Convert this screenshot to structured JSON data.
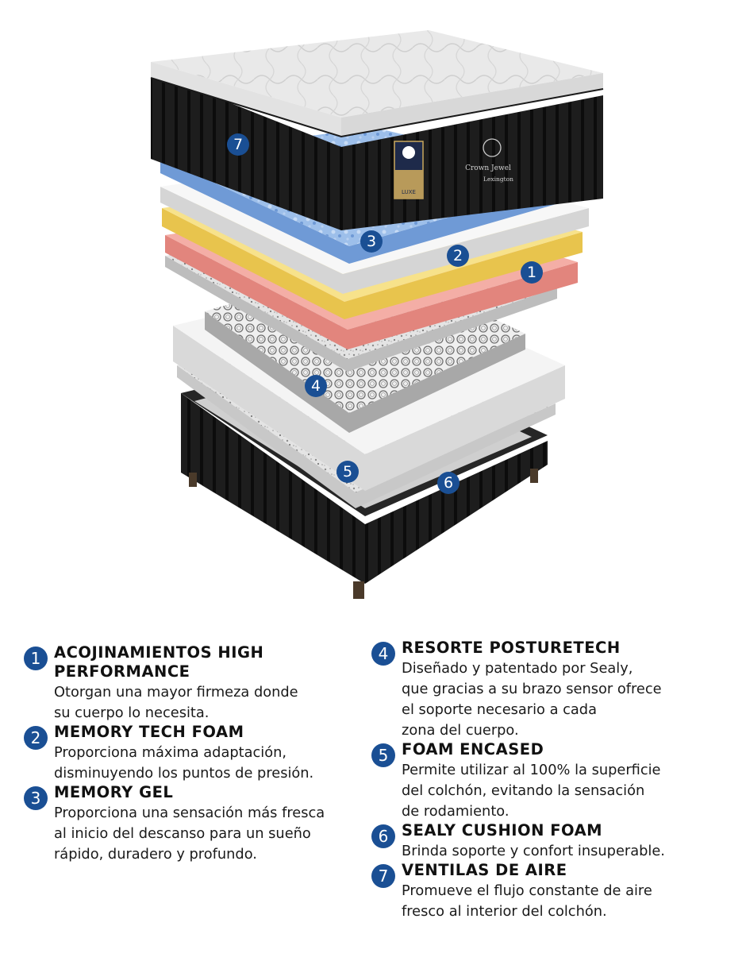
{
  "diagram": {
    "badges": [
      "1",
      "2",
      "3",
      "4",
      "5",
      "6",
      "7"
    ],
    "brand_logo": "Crown Jewel",
    "brand_model": "Lexington",
    "label_tag": "LUXE",
    "colors": {
      "badge_blue": "#1a4f94",
      "pillow_top": "#e6e6e6",
      "mattress_black": "#1b1b1b",
      "gel_blue": "#8fb4e4",
      "memory_white": "#f2f2f2",
      "yellow_foam": "#f2dc7a",
      "pink_foam": "#f1a9a2",
      "speckled_foam": "#d7d7d7",
      "spring_grey": "#8a8a8a"
    }
  },
  "legend": {
    "left": [
      {
        "number": "1",
        "title": "ACOJINAMIENTOS HIGH\nPERFORMANCE",
        "description": "Otorgan una mayor firmeza donde\nsu cuerpo lo necesita."
      },
      {
        "number": "2",
        "title": "MEMORY TECH FOAM",
        "description": "Proporciona máxima adaptación,\ndisminuyendo los puntos de presión."
      },
      {
        "number": "3",
        "title": "MEMORY GEL",
        "description": "Proporciona una sensación más fresca\nal inicio del descanso para un sueño\nrápido, duradero y profundo."
      }
    ],
    "right": [
      {
        "number": "4",
        "title": "RESORTE POSTURETECH",
        "description": "Diseñado y patentado por Sealy,\nque gracias a su brazo sensor ofrece\nel soporte necesario a cada\nzona del cuerpo."
      },
      {
        "number": "5",
        "title": "FOAM ENCASED",
        "description": "Permite utilizar al 100% la superficie\ndel colchón, evitando la sensación\nde rodamiento."
      },
      {
        "number": "6",
        "title": "SEALY CUSHION FOAM",
        "description": "Brinda soporte y confort insuperable."
      },
      {
        "number": "7",
        "title": "VENTILAS DE AIRE",
        "description": "Promueve el flujo constante de aire\nfresco al interior del colchón."
      }
    ]
  }
}
